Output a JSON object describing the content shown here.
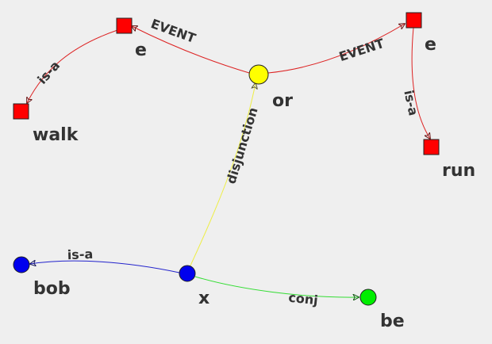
{
  "colors": {
    "background": "#efefef",
    "label_text": "#333333",
    "event_node": "#ff0000",
    "or_node": "#ffff00",
    "entity_node": "#0000ee",
    "be_node": "#00ee00",
    "event_edge": "#dd2222",
    "disjunction_edge": "#eeee44",
    "isa_blue_edge": "#2222cc",
    "conj_edge": "#33dd33"
  },
  "graph": {
    "nodes": [
      {
        "id": "e1",
        "label": "e",
        "shape": "square",
        "color": "#ff0000"
      },
      {
        "id": "walk",
        "label": "walk",
        "shape": "square",
        "color": "#ff0000"
      },
      {
        "id": "or",
        "label": "or",
        "shape": "circle",
        "color": "#ffff00"
      },
      {
        "id": "e2",
        "label": "e",
        "shape": "square",
        "color": "#ff0000"
      },
      {
        "id": "run",
        "label": "run",
        "shape": "square",
        "color": "#ff0000"
      },
      {
        "id": "bob",
        "label": "bob",
        "shape": "circle",
        "color": "#0000ee"
      },
      {
        "id": "x",
        "label": "x",
        "shape": "circle",
        "color": "#0000ee"
      },
      {
        "id": "be",
        "label": "be",
        "shape": "circle",
        "color": "#00ee00"
      }
    ],
    "edges": [
      {
        "id": "or-e1",
        "from": "or",
        "to": "e1",
        "label": "EVENT",
        "color": "#dd2222"
      },
      {
        "id": "or-e2",
        "from": "or",
        "to": "e2",
        "label": "EVENT",
        "color": "#dd2222"
      },
      {
        "id": "e1-walk",
        "from": "e1",
        "to": "walk",
        "label": "is-a",
        "color": "#dd2222"
      },
      {
        "id": "e2-run",
        "from": "e2",
        "to": "run",
        "label": "is-a",
        "color": "#dd2222"
      },
      {
        "id": "x-or",
        "from": "x",
        "to": "or",
        "label": "disjunction",
        "color": "#eeee44"
      },
      {
        "id": "x-bob",
        "from": "x",
        "to": "bob",
        "label": "is-a",
        "color": "#2222cc"
      },
      {
        "id": "x-be",
        "from": "x",
        "to": "be",
        "label": "conj",
        "color": "#33dd33"
      }
    ]
  }
}
